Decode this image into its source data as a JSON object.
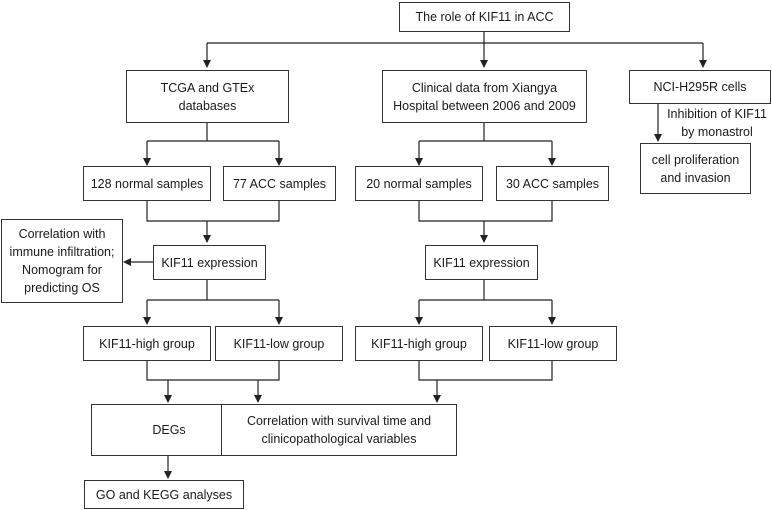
{
  "nodes": {
    "root": "The role of KIF11 in ACC",
    "tcga": "TCGA and GTEx databases",
    "clinical": "Clinical data from Xiangya\nHospital between 2006 and 2009",
    "cells": "NCI-H295R cells",
    "tcga_normal": "128 normal samples",
    "tcga_acc": "77 ACC samples",
    "clin_normal": "20 normal samples",
    "clin_acc": "30 ACC samples",
    "correlation_immune": "Correlation with\nimmune infiltration;\nNomogram for\npredicting OS",
    "tcga_expression": "KIF11 expression",
    "clin_expression": "KIF11 expression",
    "tcga_high": "KIF11-high group",
    "tcga_low": "KIF11-low group",
    "clin_high": "KIF11-high group",
    "clin_low": "KIF11-low group",
    "degs": "DEGs",
    "survival": "Correlation with survival time and\nclinicopathological variables",
    "go_kegg": "GO and KEGG analyses",
    "proliferation": "cell proliferation\nand invasion"
  },
  "annotations": {
    "inhibition": "Inhibition of KIF11\nby monastrol"
  }
}
